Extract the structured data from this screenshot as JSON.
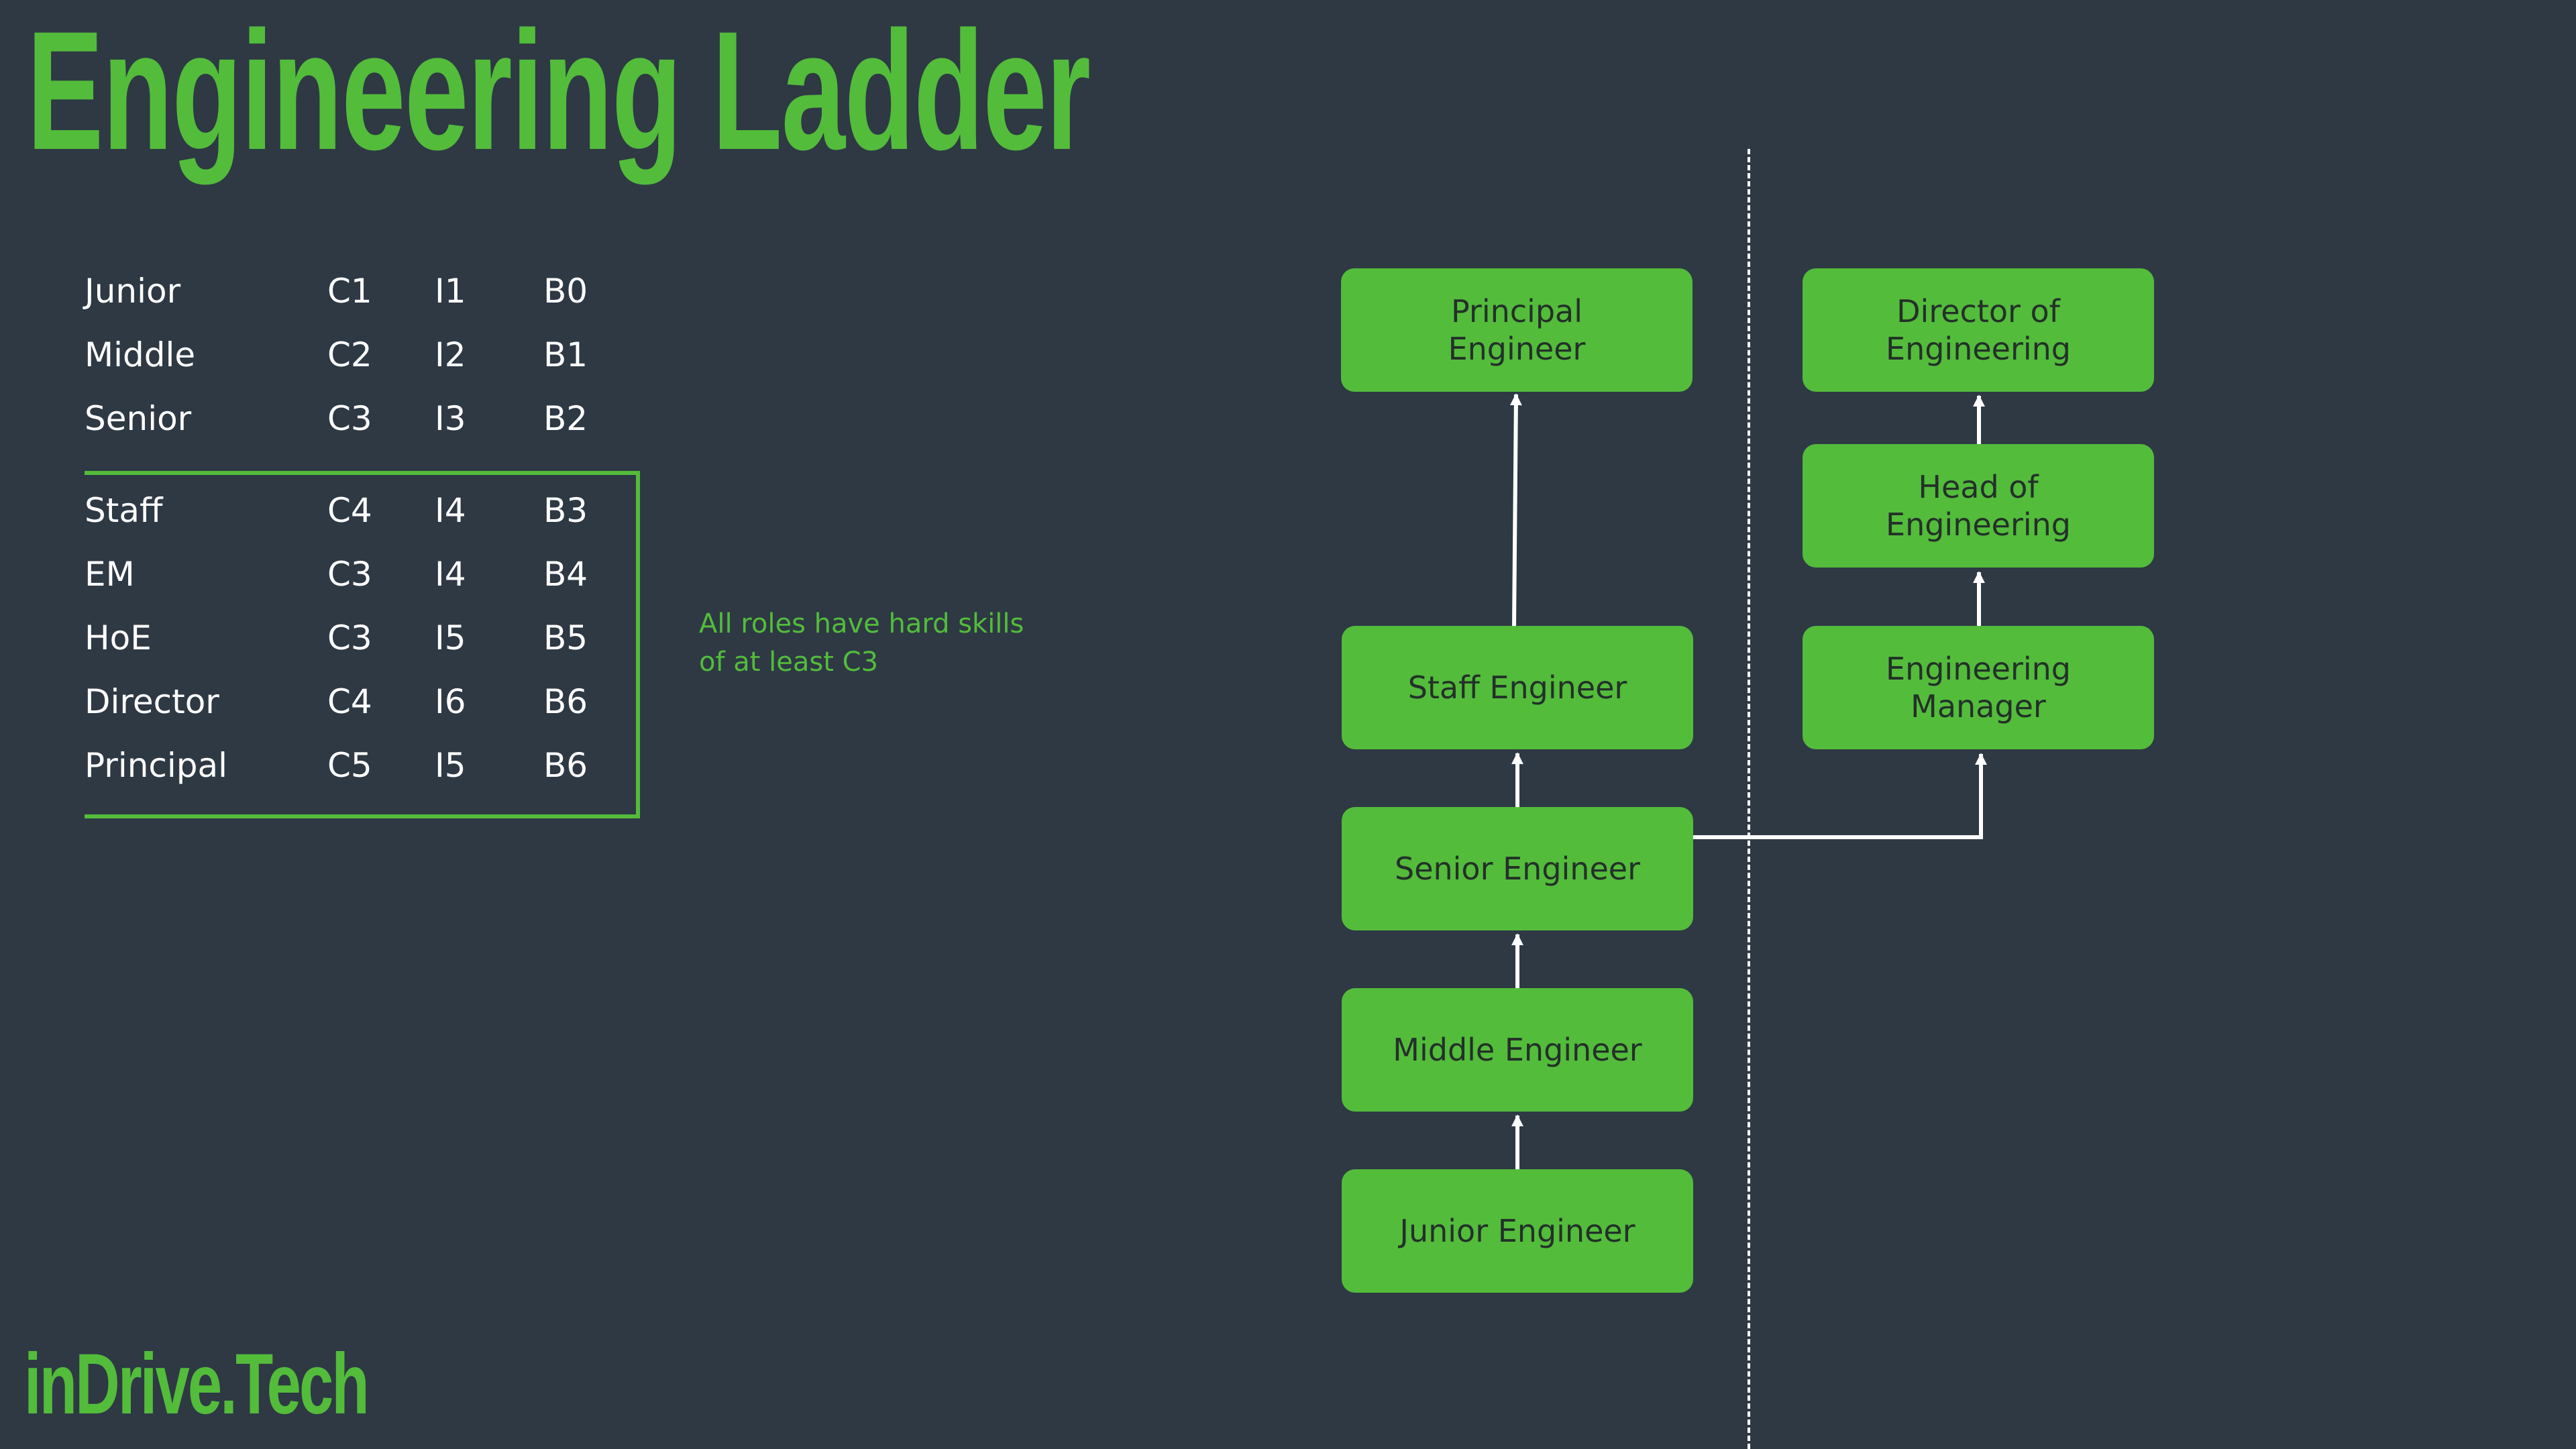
{
  "title": "Engineering Ladder",
  "logo": "inDrive.Tech",
  "grades": [
    {
      "role": "Junior",
      "c": "C1",
      "i": "I1",
      "b": "B0"
    },
    {
      "role": "Middle",
      "c": "C2",
      "i": "I2",
      "b": "B1"
    },
    {
      "role": "Senior",
      "c": "C3",
      "i": "I3",
      "b": "B2"
    },
    {
      "role": "Staff",
      "c": "C4",
      "i": "I4",
      "b": "B3"
    },
    {
      "role": "EM",
      "c": "C3",
      "i": "I4",
      "b": "B4"
    },
    {
      "role": "HoE",
      "c": "C3",
      "i": "I5",
      "b": "B5"
    },
    {
      "role": "Director",
      "c": "C4",
      "i": "I6",
      "b": "B6"
    },
    {
      "role": "Principal",
      "c": "C5",
      "i": "I5",
      "b": "B6"
    }
  ],
  "note": "All roles have hard skills of at least C3",
  "ladder": {
    "principal": "Principal\nEngineer",
    "staff": "Staff Engineer",
    "senior": "Senior  Engineer",
    "middle": "Middle  Engineer",
    "junior": "Junior  Engineer",
    "director": "Director of\nEngineering",
    "hoe": "Head of\nEngineering",
    "em": "Engineering\nManager"
  },
  "colors": {
    "background": "#2e3944",
    "accent": "#53bc3b",
    "box_text": "#233029",
    "text": "#ffffff"
  }
}
